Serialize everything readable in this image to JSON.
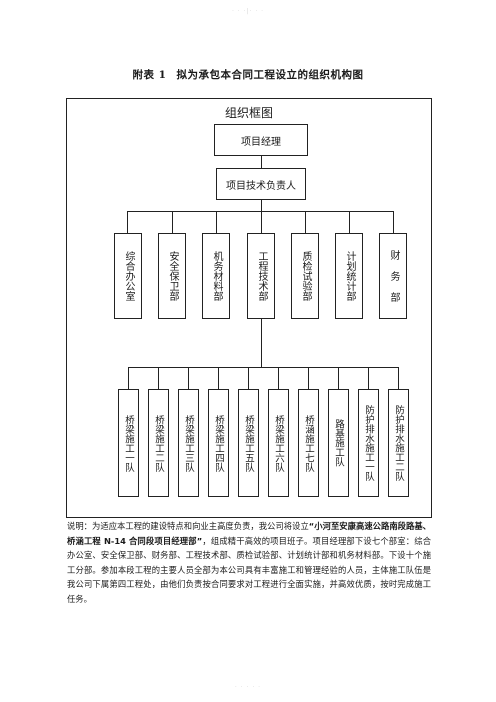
{
  "watermark_top": "· · ·|· · ·",
  "watermark_bottom": "· · · · ·",
  "doc_title": {
    "label": "附表 1",
    "text": "拟为承包本合同工程设立的组织机构图"
  },
  "chart": {
    "title": "组织框图",
    "root": "项目经理",
    "level2": "项目技术负责人",
    "departments": [
      "综合办公室",
      "安全保卫部",
      "机务材料部",
      "工程技术部",
      "质检试验部",
      "计划统计部",
      "财 务 部"
    ],
    "teams": [
      "桥梁施工一队",
      "桥梁施工二队",
      "桥梁施工三队",
      "桥梁施工四队",
      "桥梁施工五队",
      "桥梁施工六队",
      "桥涵施工七队",
      "路基施工队",
      "防护排水施工一队",
      "防护排水施工二队"
    ]
  },
  "note": {
    "part1": "说明：为适应本工程的建设特点和向业主高度负责，我公司将设立",
    "bold": "“小河至安康高速公路南段路基、桥涵工程 N-14 合同段项目经理部”",
    "part2": "，组成精干高效的项目班子。项目经理部下设七个部室：综合办公室、安全保卫部、财务部、工程技术部、质检试验部、计划统计部和机务材料部。下设十个施工分部。参加本段工程的主要人员全部为本公司具有丰富施工和管理经验的人员，主体施工队伍是我公司下属第四工程处，由他们负责按合同要求对工程进行全面实施，并高效优质，按时完成施工任务。"
  }
}
